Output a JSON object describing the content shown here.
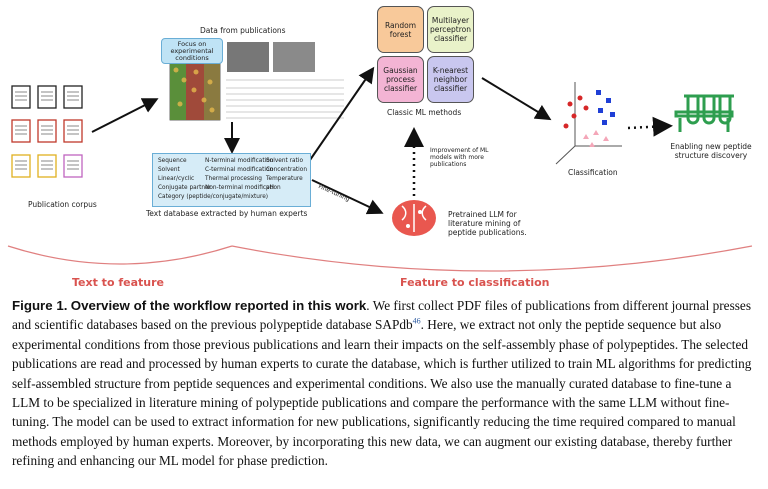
{
  "figure": {
    "corpus_label": "Publication corpus",
    "data_label": "Data from publications",
    "focus_label": "Focus on experimental conditions",
    "db_label": "Text database extracted by human experts",
    "db_cells": [
      "Sequence",
      "N-terminal modification",
      "Solvent ratio",
      "Solvent",
      "C-terminal modification",
      "Concentration",
      "Linear/cyclic",
      "Thermal processing",
      "Temperature",
      "Conjugate partner",
      "Non-terminal modification",
      "pH",
      "Category (peptide/conjugate/mixture)"
    ],
    "ml_models": [
      "Random forest",
      "Multilayer perceptron classifier",
      "Gaussian process classifier",
      "K-nearest neighbor classifier"
    ],
    "ml_label": "Classic ML methods",
    "classification_label": "Classification",
    "discovery_label": "Enabling new peptide structure discovery",
    "finetune_label": "Fine-tuning",
    "improve_label": "Improvement of ML models with more publications",
    "llm_label": "Pretrained LLM for literature mining of peptide publications.",
    "text_to_feature": "Text to feature",
    "feature_to_class": "Feature to classification",
    "colors": {
      "accent_red": "#d9534f",
      "db_fill": "#d6ecf7",
      "rf": "#f8c99a",
      "mlp": "#e9f2c9",
      "gp": "#f3b4d4",
      "knn": "#c9c7ef",
      "flask": "#2e9e4f"
    }
  },
  "caption": {
    "label": "Figure 1.",
    "title": "Overview of the workflow reported in this work",
    "t1": ". We first collect PDF files of publications from different journal presses and scientific databases based on the previous polypeptide database SAPdb",
    "ref": "46",
    "t2": ". Here, we extract not only the peptide sequence but also experimental conditions from those previous publications and learn their impacts on the self-assembly phase of polypeptides. The selected publications are read and processed by human experts to curate the database, which is further utilized to train ML algorithms for predicting self-assembled structure from peptide sequences and experimental conditions. We also use the manually curated database to fine-tune a LLM to be specialized in literature mining of polypeptide publications and compare the performance with the same LLM without fine-tuning. The model can be used to extract information for new publications, significantly reducing the time required compared to manual methods employed by human experts. Moreover, by incorporating this new data, we can augment our existing database, thereby further refining and enhancing our ML model for phase prediction."
  }
}
